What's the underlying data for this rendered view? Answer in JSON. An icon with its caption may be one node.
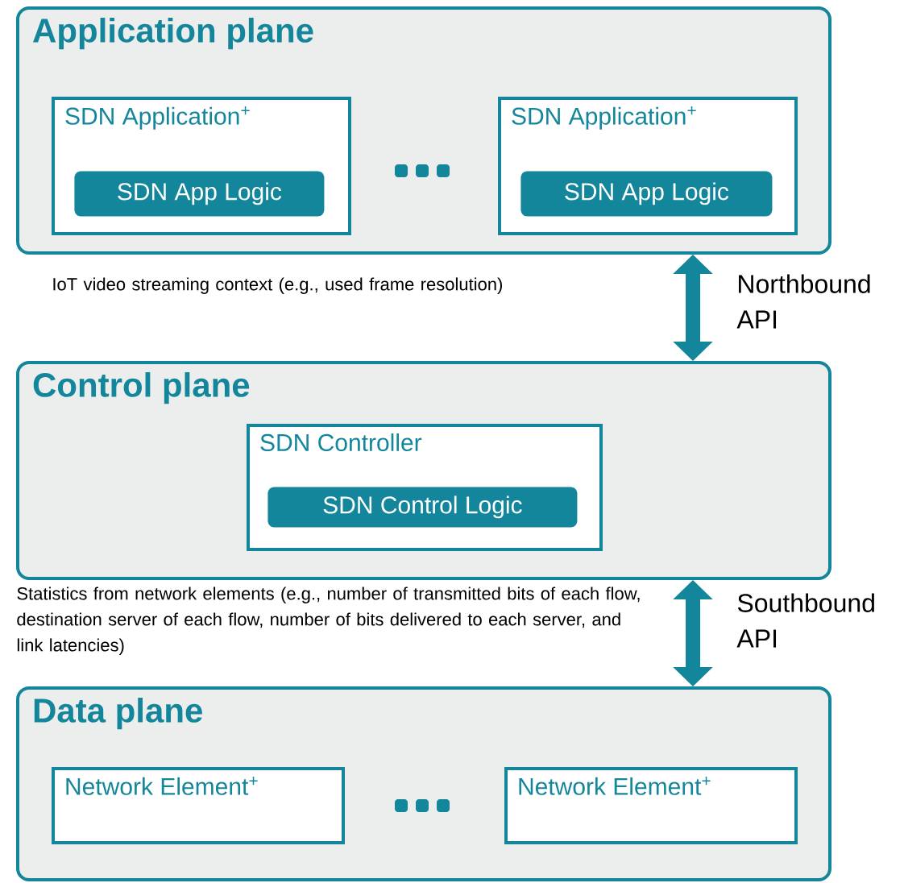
{
  "diagram": {
    "nodes": [
      {
        "text": [
          "Application plane"
        ]
      },
      {
        "text": [
          "SDN Application$^{+}$"
        ],
        "in": 0
      },
      {
        "text": [
          "SDN App Logic"
        ],
        "in": 1
      },
      {
        "text": [
          "SDN Application$^{+}$"
        ],
        "in": 0
      },
      {
        "text": [
          "SDN App Logic"
        ],
        "in": 3
      },
      {
        "text": [
          "Control plane"
        ]
      },
      {
        "text": [
          "SDN Controller"
        ],
        "in": 5
      },
      {
        "text": [
          "SDN Control Logic"
        ],
        "in": 6
      },
      {
        "text": [
          "Data plane"
        ]
      },
      {
        "text": [
          "Network Element$^{+}$"
        ],
        "in": 8
      },
      {
        "text": [
          "Network Element$^{+}$"
        ],
        "in": 8
      }
    ],
    "edges": [
      {
        "from": 0,
        "to": 5,
        "arrow": "both",
        "label": "Northbound API"
      },
      {
        "from": 5,
        "to": 8,
        "arrow": "both",
        "label": "Southbound API"
      }
    ],
    "labels": [
      "IoT video streaming context (e.g., used frame resolution)",
      "Statistics from network elements (e.g., number of transmitted bits of each flow, destination server of each flow, number of bits delivered to each server, and link latencies)"
    ]
  }
}
